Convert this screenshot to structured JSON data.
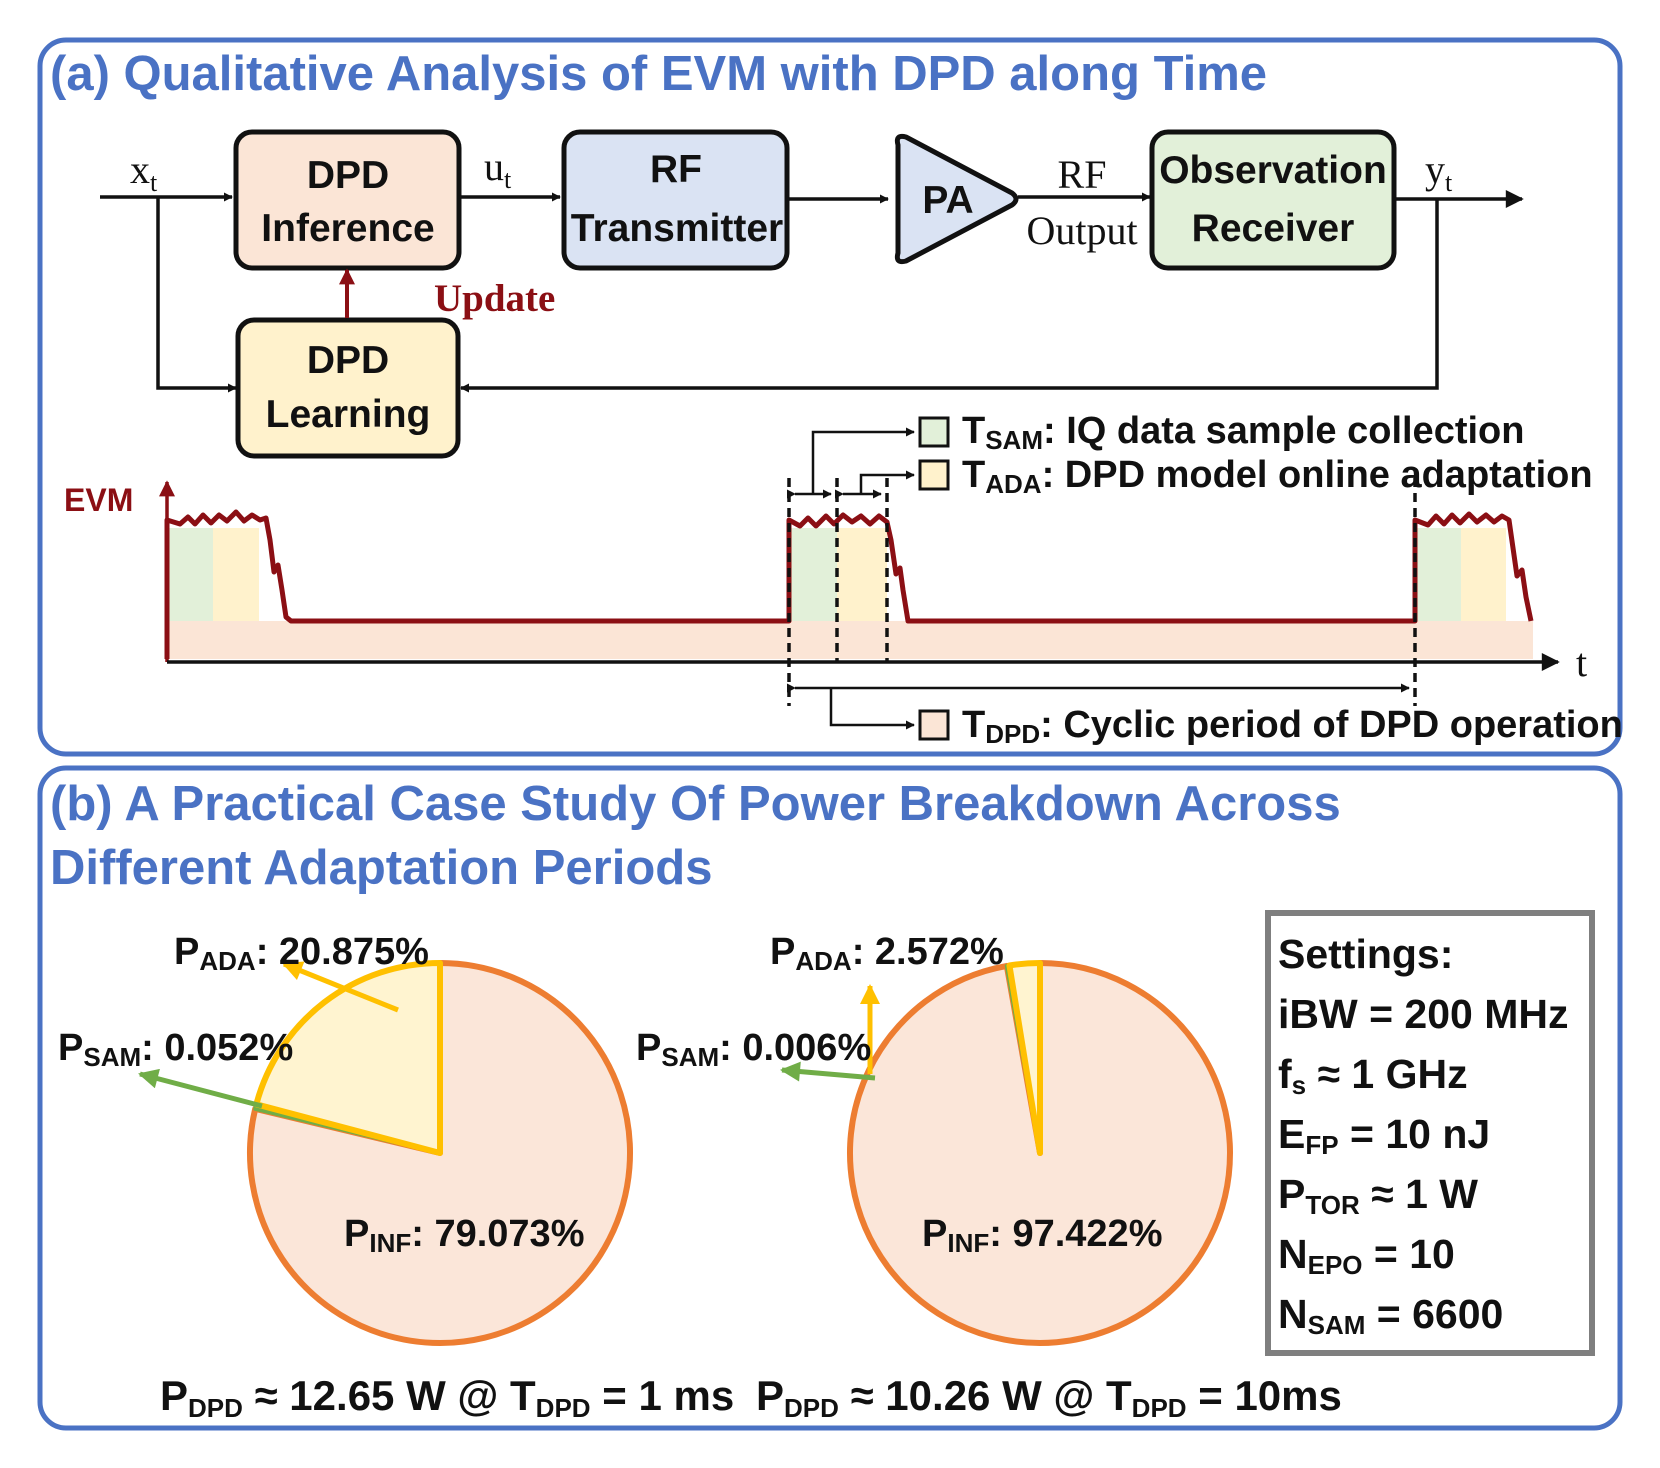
{
  "panel_a": {
    "title": "(a) Qualitative Analysis of EVM with DPD along Time",
    "signals": {
      "x": "x",
      "x_sub": "t",
      "u": "u",
      "u_sub": "t",
      "y": "y",
      "y_sub": "t"
    },
    "blocks": {
      "dpd_inference": [
        "DPD",
        "Inference"
      ],
      "rf_transmitter": [
        "RF",
        "Transmitter"
      ],
      "pa": "PA",
      "observation_receiver": [
        "Observation",
        "Receiver"
      ],
      "dpd_learning": [
        "DPD",
        "Learning"
      ]
    },
    "rf_output": [
      "RF",
      "Output"
    ],
    "update_label": "Update",
    "evm_axis_label": "EVM",
    "time_axis_label": "t",
    "legend": [
      {
        "symbol": "T",
        "sub": "SAM",
        "text": ": IQ data sample collection",
        "color": "#e3f0dc"
      },
      {
        "symbol": "T",
        "sub": "ADA",
        "text": ": DPD model online adaptation",
        "color": "#fdf3cf"
      },
      {
        "symbol": "T",
        "sub": "DPD",
        "text": ": Cyclic period of DPD operation",
        "color": "#fbe5d6"
      }
    ],
    "colors": {
      "evm_curve": "#8b0f14",
      "sam_fill": "#e3f0dc",
      "ada_fill": "#fdf3cf",
      "dpd_fill": "#fbe5d6"
    }
  },
  "panel_b": {
    "title_line1": "(b)  A Practical Case Study Of Power Breakdown Across",
    "title_line2": "Different Adaptation Periods",
    "pies": [
      {
        "labels": [
          {
            "p": "P",
            "sub": "ADA",
            "text": ": 20.875%"
          },
          {
            "p": "P",
            "sub": "SAM",
            "text": ": 0.052%"
          },
          {
            "p": "P",
            "sub": "INF",
            "text": ": 79.073%"
          }
        ],
        "caption": {
          "p": "P",
          "sub": "DPD",
          "mid": " ≈ 12.65 W @ T",
          "sub2": "DPD",
          "end": " = 1 ms"
        }
      },
      {
        "labels": [
          {
            "p": "P",
            "sub": "ADA",
            "text": ": 2.572%"
          },
          {
            "p": "P",
            "sub": "SAM",
            "text": ": 0.006%"
          },
          {
            "p": "P",
            "sub": "INF",
            "text": ": 97.422%"
          }
        ],
        "caption": {
          "p": "P",
          "sub": "DPD",
          "mid": " ≈ 10.26 W @ T",
          "sub2": "DPD",
          "end": " = 10ms"
        }
      }
    ],
    "settings": {
      "heading": "Settings:",
      "rows": [
        {
          "a": "iBW",
          "sub": "",
          "b": " = 200 MHz"
        },
        {
          "a": "f",
          "sub": "s",
          "b": "  ≈ 1 GHz"
        },
        {
          "a": "E",
          "sub": "FP",
          "b": "  = 10 nJ"
        },
        {
          "a": "P",
          "sub": "TOR",
          "b": "  ≈ 1 W"
        },
        {
          "a": "N",
          "sub": "EPO",
          "b": "  = 10"
        },
        {
          "a": "N",
          "sub": "SAM",
          "b": "  = 6600"
        }
      ]
    },
    "colors": {
      "inf_fill": "#fbe6d9",
      "inf_edge": "#ed7d31",
      "ada_fill": "#fff4d0",
      "ada_edge": "#ffc000",
      "sam_fill": "#70ad47"
    }
  },
  "chart_data": [
    {
      "type": "pie",
      "slices": [
        {
          "name": "P_INF",
          "value": 79.073
        },
        {
          "name": "P_ADA",
          "value": 20.875
        },
        {
          "name": "P_SAM",
          "value": 0.052
        }
      ],
      "caption": "P_DPD ≈ 12.65 W @ T_DPD = 1 ms"
    },
    {
      "type": "pie",
      "slices": [
        {
          "name": "P_INF",
          "value": 97.422
        },
        {
          "name": "P_ADA",
          "value": 2.572
        },
        {
          "name": "P_SAM",
          "value": 0.006
        }
      ],
      "caption": "P_DPD ≈ 10.26 W @ T_DPD = 10ms"
    }
  ]
}
